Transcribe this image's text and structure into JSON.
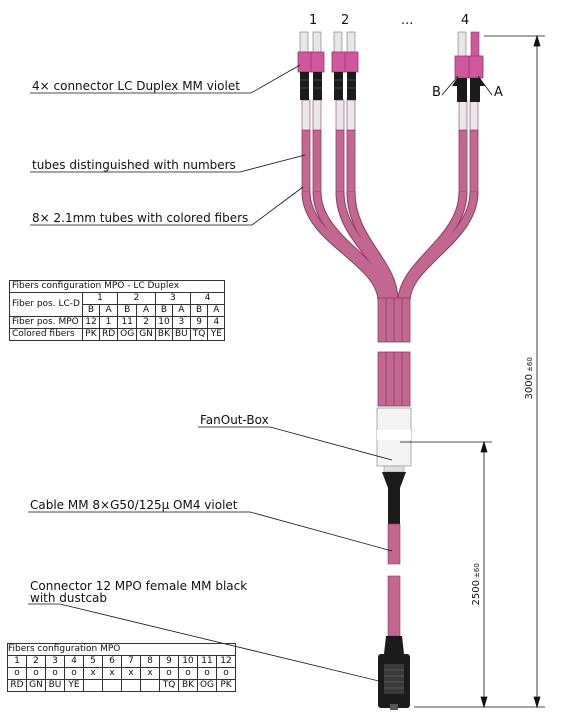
{
  "labels": {
    "connector_lc": "4× connector LC Duplex MM violet",
    "tubes_numbers": "tubes distinguished with numbers",
    "tubes_colored": "8× 2.1mm tubes with colored fibers",
    "fanout_box": "FanOut-Box",
    "cable": "Cable MM 8×G50/125µ OM4 violet",
    "connector_mpo_line1": "Connector 12 MPO female MM black",
    "connector_mpo_line2": "with dustcab"
  },
  "connector_numbers": {
    "n1": "1",
    "n2": "2",
    "ellipsis": "...",
    "n4": "4"
  },
  "pin_labels": {
    "b": "B",
    "a": "A"
  },
  "dimensions": {
    "total": "3000",
    "total_tol": "±60",
    "partial": "2500",
    "partial_tol": "±60"
  },
  "colors": {
    "tube": "#c2678f",
    "tube_dark": "#8e3c63",
    "connector": "#d0569e",
    "plug_black": "#1b1b1b",
    "ferrule": "#e6e6e6"
  },
  "lc_table": {
    "title": "Fibers configuration MPO - LC Duplex",
    "row_lcd_label": "Fiber pos. LC-D",
    "groups": [
      "1",
      "2",
      "3",
      "4"
    ],
    "pos_lcd": [
      "B",
      "A",
      "B",
      "A",
      "B",
      "A",
      "B",
      "A"
    ],
    "row_mpo_label": "Fiber pos. MPO",
    "pos_mpo": [
      "12",
      "1",
      "11",
      "2",
      "10",
      "3",
      "9",
      "4"
    ],
    "row_colors_label": "Colored fibers",
    "colors": [
      "PK",
      "RD",
      "OG",
      "GN",
      "BK",
      "BU",
      "TQ",
      "YE"
    ]
  },
  "mpo_table": {
    "title": "Fibers configuration MPO",
    "positions": [
      "1",
      "2",
      "3",
      "4",
      "5",
      "6",
      "7",
      "8",
      "9",
      "10",
      "11",
      "12"
    ],
    "marks": [
      "o",
      "o",
      "o",
      "o",
      "x",
      "x",
      "x",
      "x",
      "o",
      "o",
      "o",
      "o"
    ],
    "colors": [
      "RD",
      "GN",
      "BU",
      "YE",
      "",
      "",
      "",
      "",
      "TQ",
      "BK",
      "OG",
      "PK"
    ]
  }
}
